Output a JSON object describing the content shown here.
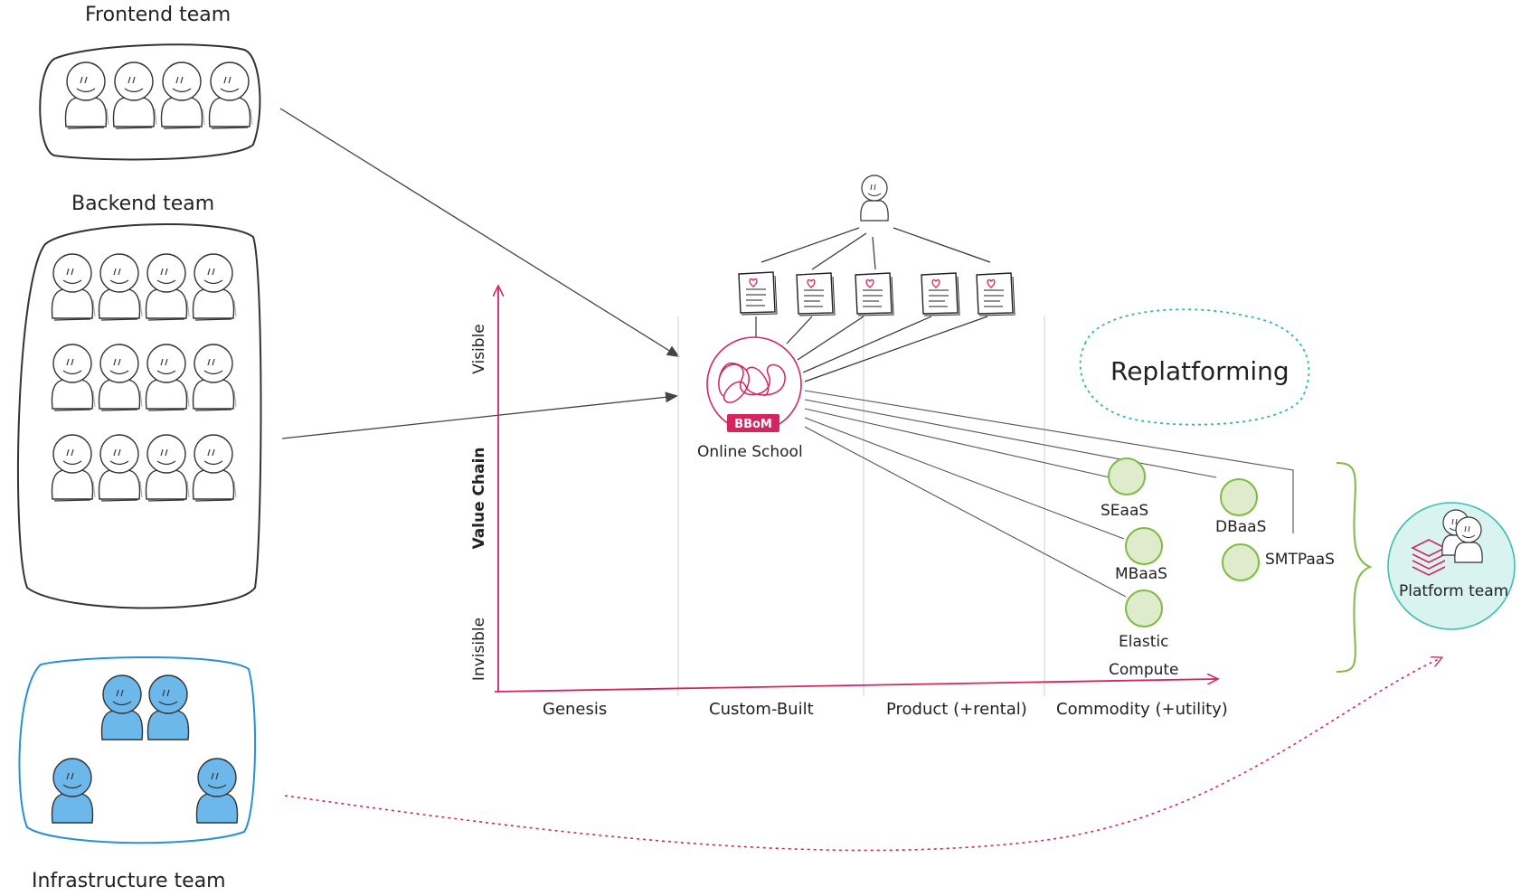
{
  "teams": {
    "frontend": "Frontend team",
    "backend": "Backend team",
    "infrastructure": "Infrastructure team",
    "platform": "Platform team"
  },
  "value_chain": {
    "title": "Value Chain",
    "visible": "Visible",
    "invisible": "Invisible"
  },
  "evolution": [
    "Genesis",
    "Custom-Built",
    "Product (+rental)",
    "Commodity (+utility)"
  ],
  "components": {
    "online_school": "Online School",
    "bbom": "BBoM",
    "seaas": "SEaaS",
    "dbaas": "DBaaS",
    "mbaas": "MBaaS",
    "smtpaas": "SMTPaaS",
    "elastic_compute_line1": "Elastic",
    "elastic_compute_line2": "Compute"
  },
  "annotation": "Replatforming",
  "colors": {
    "axis": "#d6245f",
    "bbom": "#d6245f",
    "component_fill": "#dfeccb",
    "component_stroke": "#7dbb42",
    "brace": "#7dbb42",
    "infra_person": "#6cb8ea",
    "infra_border": "#2a8fd6",
    "platform_fill": "#d9f4f0",
    "platform_stroke": "#3cbfb0",
    "replat_stroke": "#2cb8b0"
  },
  "icons": [
    "person-icon",
    "user-need-document-icon",
    "layers-icon",
    "tangle-icon"
  ]
}
